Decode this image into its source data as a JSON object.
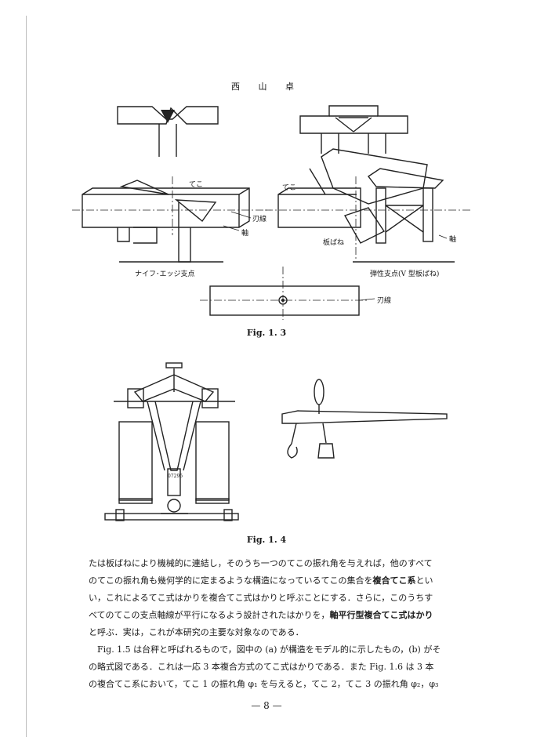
{
  "header": {
    "author": "西 山 卓"
  },
  "figure_1_3": {
    "caption": "Fig. 1. 3",
    "left_label": "ナイフ･エッジ支点",
    "right_label": "弾性支点(V 型板ばね)",
    "lever_label": "てこ",
    "edge_label": "刃線",
    "shaft_label": "軸",
    "spring_label": "板ばね"
  },
  "figure_1_4": {
    "caption": "Fig. 1. 4",
    "counter_text": "07295"
  },
  "body": {
    "p1_a": "たは板ばねにより機械的に連結し，そのうち一つのてこの振れ角を与えれば，他のすべて",
    "p1_b": "のてこの振れ角も幾何学的に定まるような構造になっているてこの集合を",
    "p1_b_bold": "複合てこ系",
    "p1_b_end": "とい",
    "p1_c": "い，これによるてこ式はかりを複合てこ式はかりと呼ぶことにする．さらに，このうちす",
    "p1_d": "べてのてこの支点軸線が平行になるよう設計されたはかりを，",
    "p1_d_bold": "軸平行型複合てこ式はかり",
    "p1_e": "と呼ぶ．実は，これが本研究の主要な対象なのである．",
    "p2_a": "Fig. 1.5 は台秤と呼ばれるもので，図中の (a) が構造をモデル的に示したもの，(b) がそ",
    "p2_b": "の略式図である．これは一応 3 本複合方式のてこ式はかりである．また Fig. 1.6 は 3 本",
    "p2_c": "の複合てこ系において，てこ 1 の振れ角 φ₁ を与えると，てこ 2，てこ 3 の振れ角 φ₂，φ₃"
  },
  "footer": {
    "page_number": "— 8 —"
  }
}
